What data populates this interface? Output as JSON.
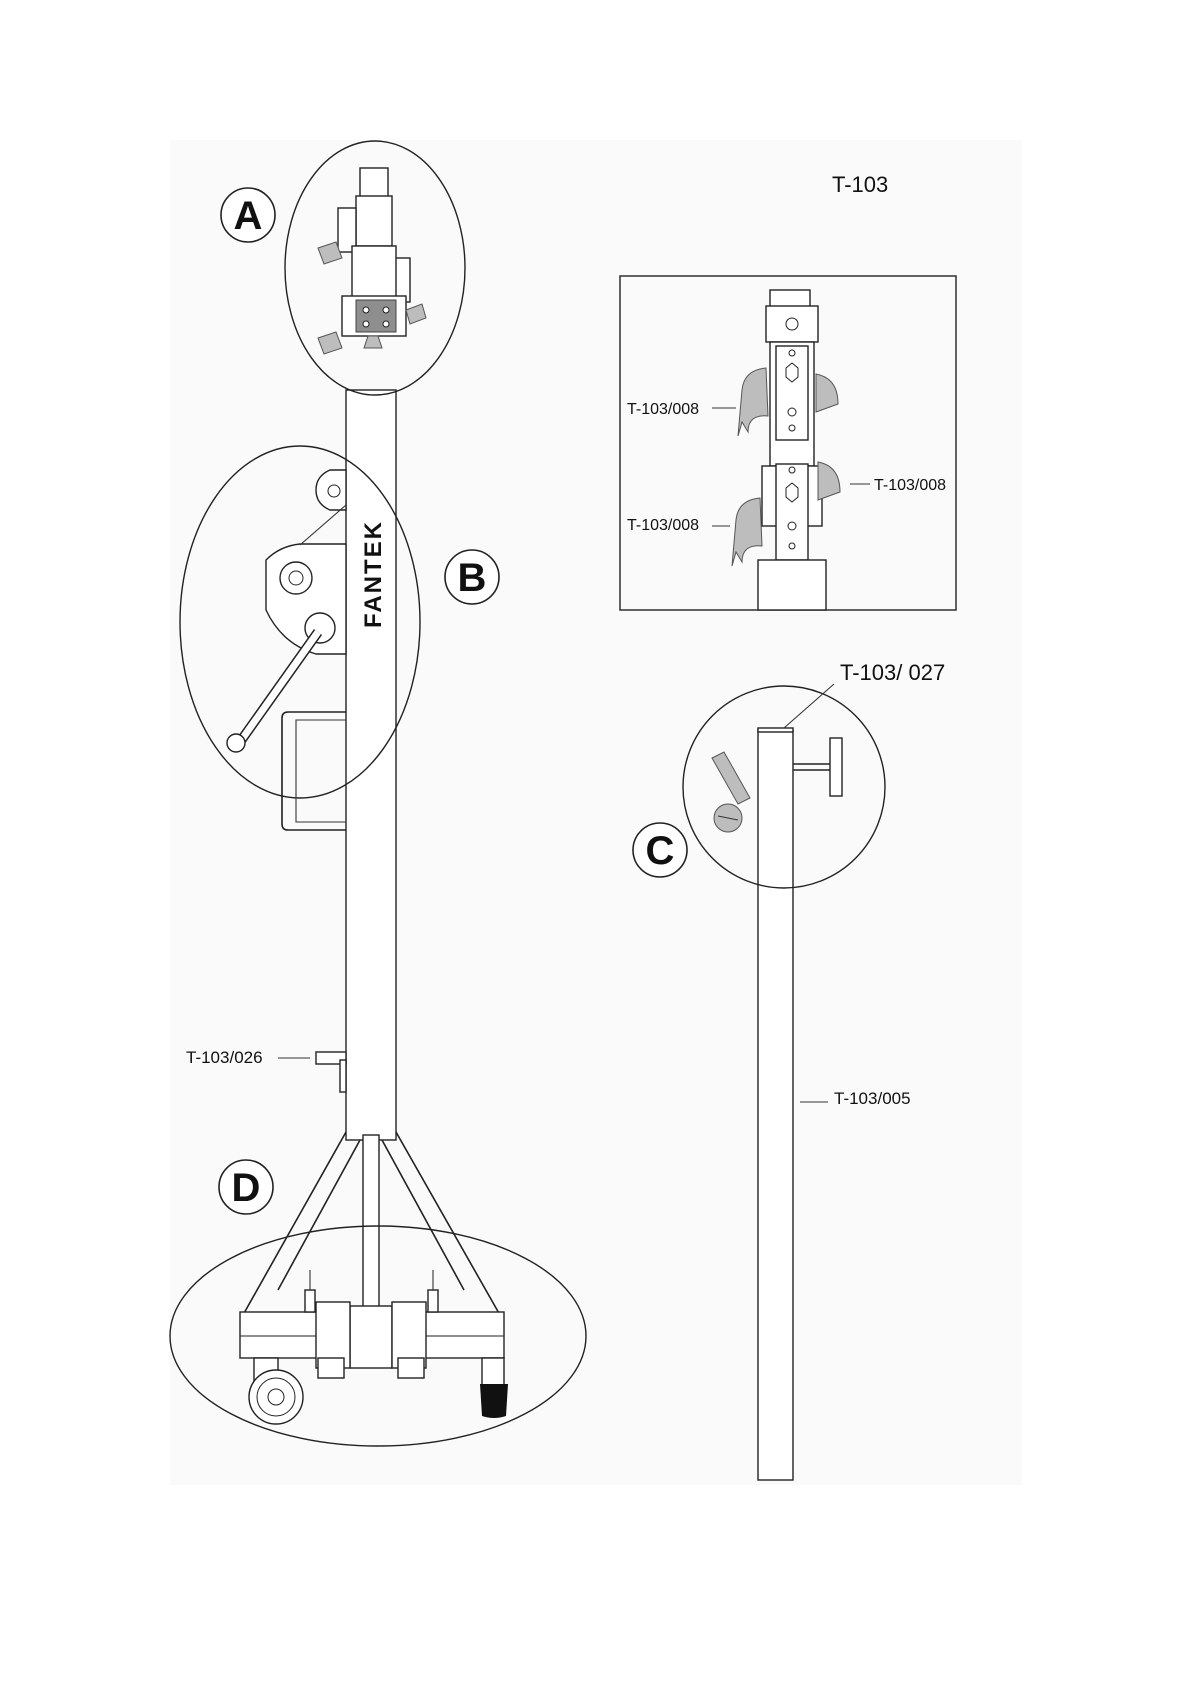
{
  "model": "T-103",
  "brand": "FANTEK",
  "callouts": [
    "A",
    "B",
    "C",
    "D"
  ],
  "part_labels": {
    "detail_top_left": "T-103/008",
    "detail_right": "T-103/008",
    "detail_bottom_left": "T-103/008",
    "mast_top": "T-103/ 027",
    "bracket": "T-103/026",
    "mast": "T-103/005"
  },
  "colors": {
    "line": "#222222",
    "background": "#ffffff",
    "panel": "#fafafa",
    "clamp_grey": "#bdbdbd",
    "foot_black": "#111111"
  }
}
